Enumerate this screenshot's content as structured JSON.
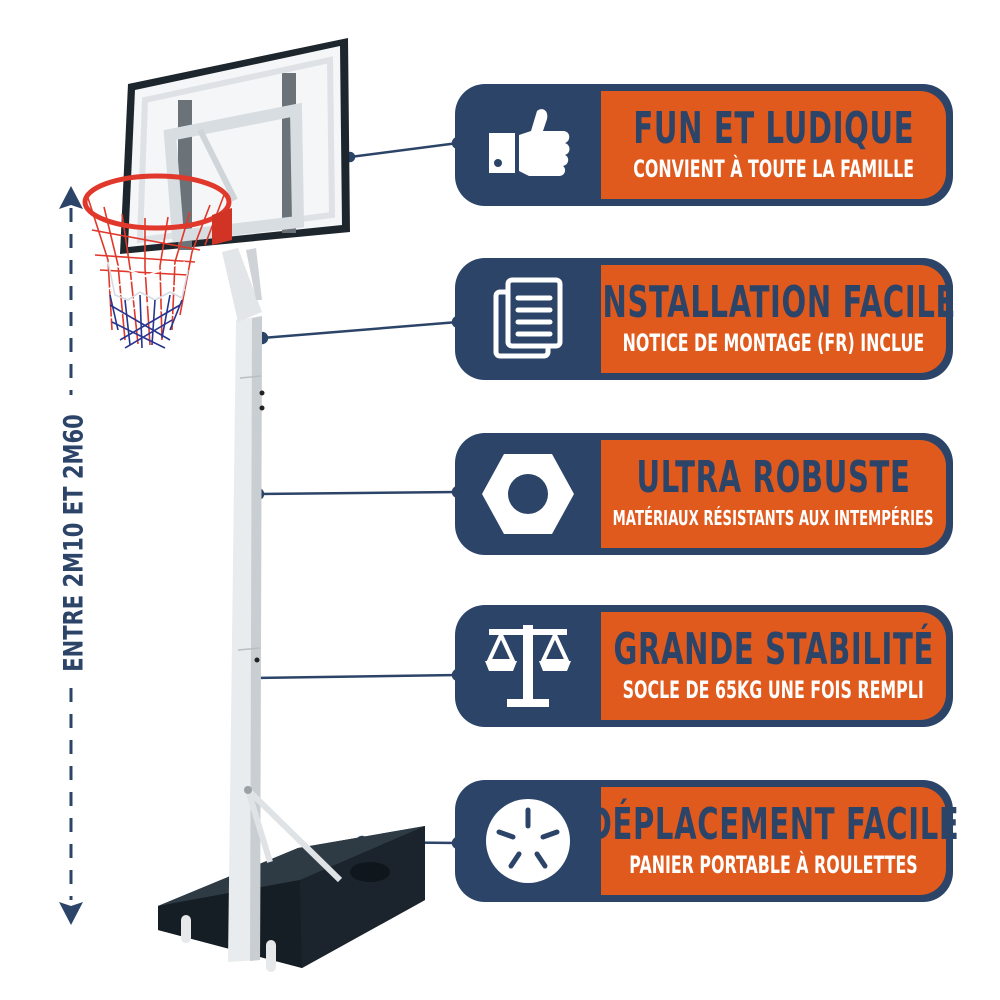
{
  "colors": {
    "navy": "#2b4468",
    "orange": "#e05a1e",
    "white": "#ffffff"
  },
  "height_indicator": {
    "label": "ENTRE 2M10 ET 2M60",
    "arrow_up_icon": "arrow-up-icon",
    "arrow_down_icon": "arrow-down-icon"
  },
  "product": {
    "name": "basketball-hoop-on-wheels",
    "parts": [
      "backboard",
      "hoop-rim",
      "net",
      "pole",
      "base",
      "wheels"
    ]
  },
  "features": [
    {
      "icon": "thumbs-up-icon",
      "title": "FUN ET LUDIQUE",
      "subtitle": "CONVIENT À TOUTE LA FAMILLE"
    },
    {
      "icon": "document-icon",
      "title": "INSTALLATION FACILE",
      "subtitle": "NOTICE DE MONTAGE (FR) INCLUE"
    },
    {
      "icon": "hex-nut-icon",
      "title": "ULTRA ROBUSTE",
      "subtitle": "MATÉRIAUX RÉSISTANTS AUX INTEMPÉRIES"
    },
    {
      "icon": "balance-scale-icon",
      "title": "GRANDE STABILITÉ",
      "subtitle": "SOCLE DE 65KG UNE FOIS REMPLI"
    },
    {
      "icon": "wheel-icon",
      "title": "DÉPLACEMENT FACILE",
      "subtitle": "PANIER PORTABLE À ROULETTES"
    }
  ]
}
